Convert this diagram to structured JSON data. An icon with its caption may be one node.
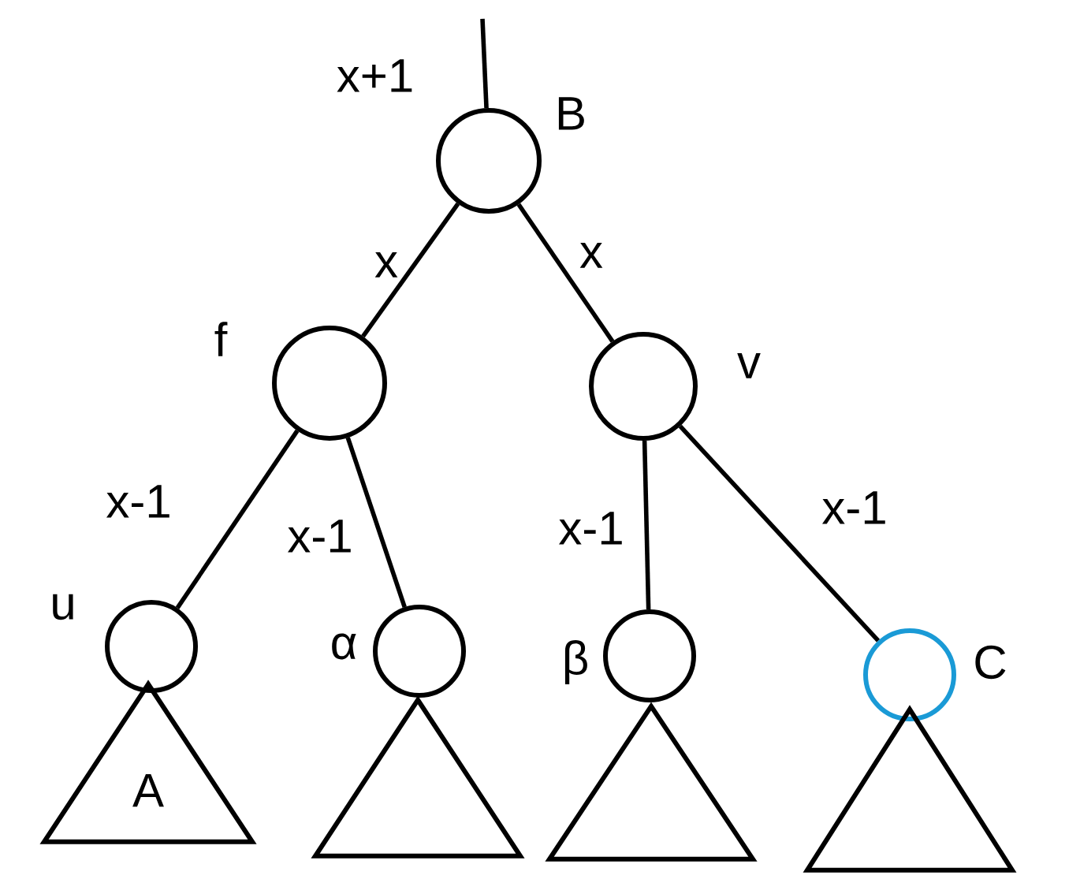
{
  "diagram": {
    "nodes": [
      {
        "text": [],
        "shape": "circle",
        "beside": [
          "B"
        ]
      },
      {
        "text": [],
        "shape": "circle",
        "beside": [
          "f"
        ]
      },
      {
        "text": [],
        "shape": "circle",
        "beside": [
          "v"
        ]
      },
      {
        "text": [],
        "shape": "circle",
        "beside": [
          "u"
        ]
      },
      {
        "text": [],
        "shape": "circle",
        "beside": [
          "α"
        ]
      },
      {
        "text": [],
        "shape": "circle",
        "beside": [
          "β"
        ]
      },
      {
        "text": [],
        "shape": "circle",
        "beside": [
          "C"
        ]
      },
      {
        "text": [
          "A"
        ]
      },
      {
        "text": [],
        "shape": "triangle"
      },
      {
        "text": [],
        "shape": "triangle"
      },
      {
        "text": [],
        "shape": "triangle"
      }
    ],
    "edges": [
      {
        "from": 0,
        "to": 1,
        "arrow": "none",
        "label": "x"
      },
      {
        "from": 0,
        "to": 2,
        "arrow": "none",
        "label": "x"
      },
      {
        "from": 1,
        "to": 3,
        "arrow": "none",
        "label": "x-1"
      },
      {
        "from": 1,
        "to": 4,
        "arrow": "none",
        "label": "x-1"
      },
      {
        "from": 2,
        "to": 5,
        "arrow": "none",
        "label": "x-1"
      },
      {
        "from": 2,
        "to": 6,
        "arrow": "none",
        "label": "x-1"
      },
      {
        "from": null,
        "to": 0,
        "arrow": "none",
        "label": "x+1"
      }
    ]
  }
}
